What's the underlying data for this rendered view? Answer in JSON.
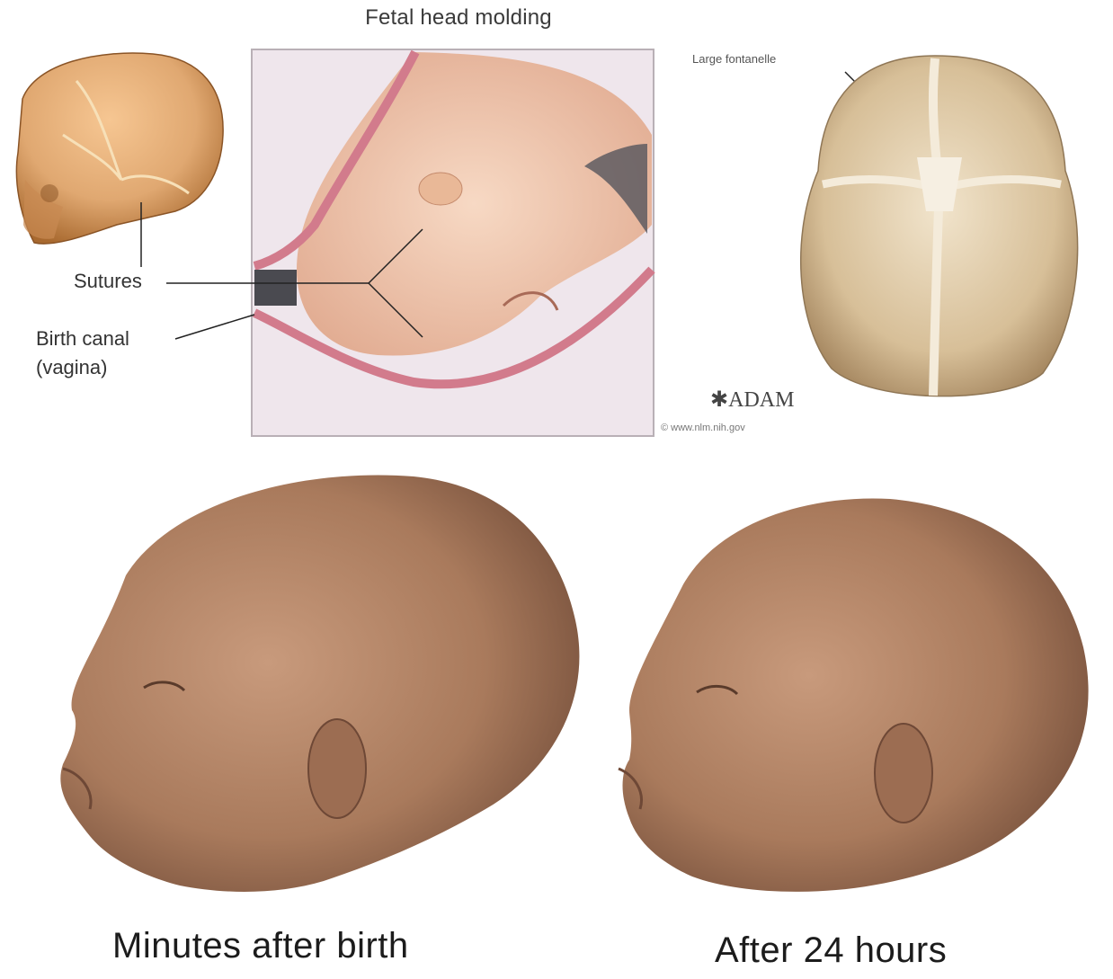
{
  "title": "Fetal head molding",
  "labels": {
    "sutures": "Sutures",
    "birth_canal_line1": "Birth canal",
    "birth_canal_line2": "(vagina)",
    "large_fontanelle": "Large fontanelle"
  },
  "credit": {
    "logo": "ADAM",
    "url": "© www.nlm.nih.gov"
  },
  "captions": {
    "left": "Minutes after birth",
    "right": "After 24 hours"
  },
  "colors": {
    "skull": "#e0a871",
    "skull_shadow": "#b8783f",
    "suture": "#f6dfb4",
    "top_skull": "#d9c29e",
    "canal_wall": "#d27b8c",
    "canal_bg": "#efe6ec",
    "fetus_skin": "#f0c8ae",
    "baby_skin": "#b7876a",
    "baby_skin_dark": "#7f5945"
  }
}
